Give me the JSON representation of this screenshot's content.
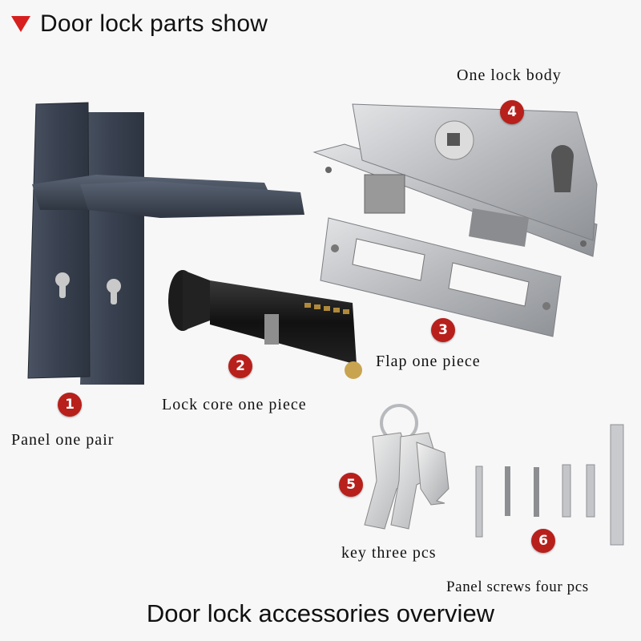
{
  "header": {
    "title": "Door lock parts show",
    "icon": "red-down-triangle-icon",
    "accent": "#d71f1f"
  },
  "parts": [
    {
      "num": "1",
      "label": "Panel one pair"
    },
    {
      "num": "2",
      "label": "Lock core one piece"
    },
    {
      "num": "3",
      "label": "Flap one piece"
    },
    {
      "num": "4",
      "label": "One lock body"
    },
    {
      "num": "5",
      "label": "key three pcs"
    },
    {
      "num": "6",
      "label": "Panel screws four pcs"
    }
  ],
  "footer": {
    "caption": "Door lock accessories overview"
  },
  "colors": {
    "badge": "#b8201c",
    "panel": "#3c4453",
    "steel": "#c4c6c9"
  }
}
